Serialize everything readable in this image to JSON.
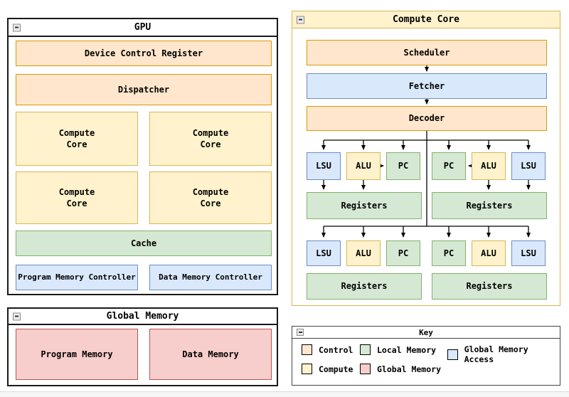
{
  "colors": {
    "control-fill": "#FFE6CC",
    "control-stroke": "#D79B00",
    "compute-fill": "#FFF2CC",
    "compute-stroke": "#D6B656",
    "local-fill": "#D5E8D4",
    "local-stroke": "#82B366",
    "global-access-fill": "#DAE8FC",
    "global-access-stroke": "#6C8EBF",
    "global-fill": "#F8CECC",
    "global-stroke": "#B85450"
  },
  "gpu": {
    "title": "GPU",
    "device_control_register": "Device Control Register",
    "dispatcher": "Dispatcher",
    "compute_core": "Compute Core",
    "cache": "Cache",
    "program_memory_controller": "Program Memory Controller",
    "data_memory_controller": "Data Memory Controller"
  },
  "global_memory": {
    "title": "Global Memory",
    "program_memory": "Program Memory",
    "data_memory": "Data Memory"
  },
  "compute_core": {
    "title": "Compute Core",
    "scheduler": "Scheduler",
    "fetcher": "Fetcher",
    "decoder": "Decoder",
    "lsu": "LSU",
    "alu": "ALU",
    "pc": "PC",
    "registers": "Registers"
  },
  "key": {
    "title": "Key",
    "items": [
      {
        "label": "Control"
      },
      {
        "label": "Local Memory"
      },
      {
        "label": "Global Memory Access"
      },
      {
        "label": "Compute"
      },
      {
        "label": "Global Memory"
      }
    ]
  }
}
